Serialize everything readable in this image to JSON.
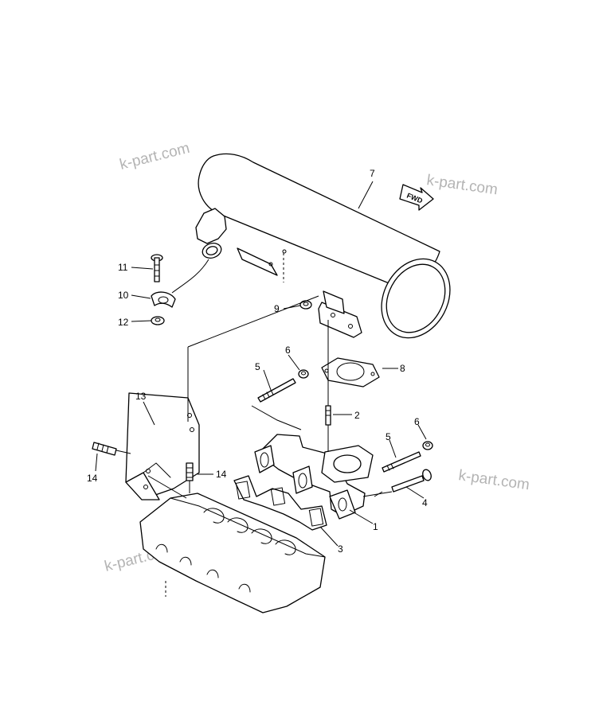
{
  "diagram": {
    "callouts": {
      "c1": "1",
      "c2": "2",
      "c3": "3",
      "c4": "4",
      "c5a": "5",
      "c5b": "5",
      "c6a": "6",
      "c6b": "6",
      "c7": "7",
      "c8": "8",
      "c9": "9",
      "c10": "10",
      "c11": "11",
      "c12": "12",
      "c13": "13",
      "c14a": "14",
      "c14b": "14"
    },
    "fwd_label": "FWD",
    "watermarks": [
      "k-part.com",
      "k-part.com",
      "k-part.com",
      "k-part.com"
    ]
  }
}
